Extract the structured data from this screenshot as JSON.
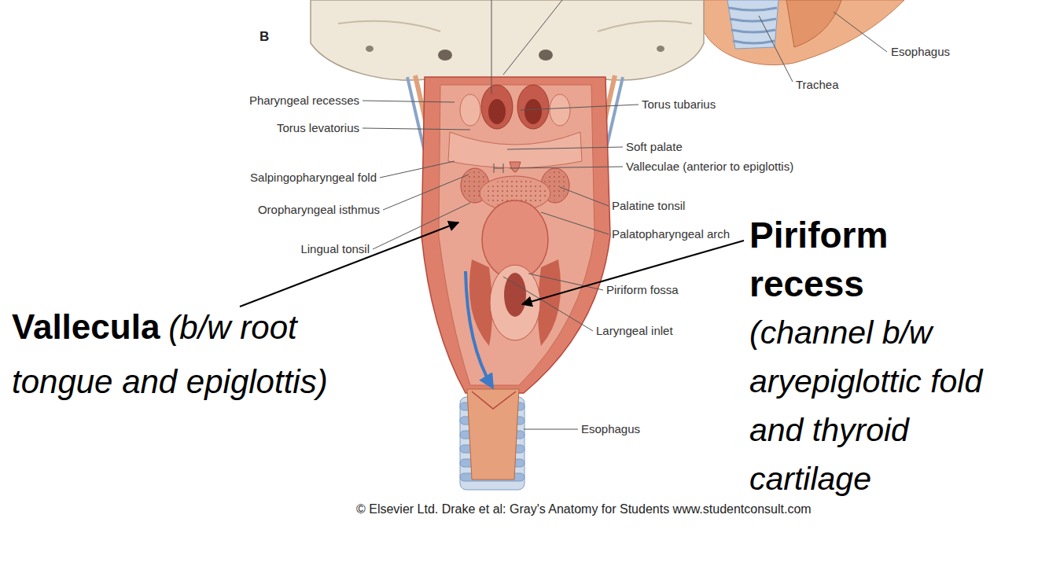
{
  "diagram": {
    "caption": "© Elsevier Ltd. Drake et al: Gray's Anatomy for Students www.studentconsult.com",
    "labels": [
      "B",
      "Esophagus",
      "Trachea",
      "Pharyngeal recesses",
      "Torus tubarius",
      "Torus levatorius",
      "Soft palate",
      "Salpingopharyngeal fold",
      "Valleculae (anterior to epiglottis)",
      "Oropharyngeal isthmus",
      "Palatine tonsil",
      "Lingual tonsil",
      "Palatopharyngeal arch",
      "Piriform fossa",
      "Laryngeal inlet",
      "Esophagus",
      "Vallecula",
      "(b/w root tongue and epiglottis)",
      "Piriform recess",
      "(channel b/w aryepiglottic fold and thyroid cartilage"
    ]
  }
}
